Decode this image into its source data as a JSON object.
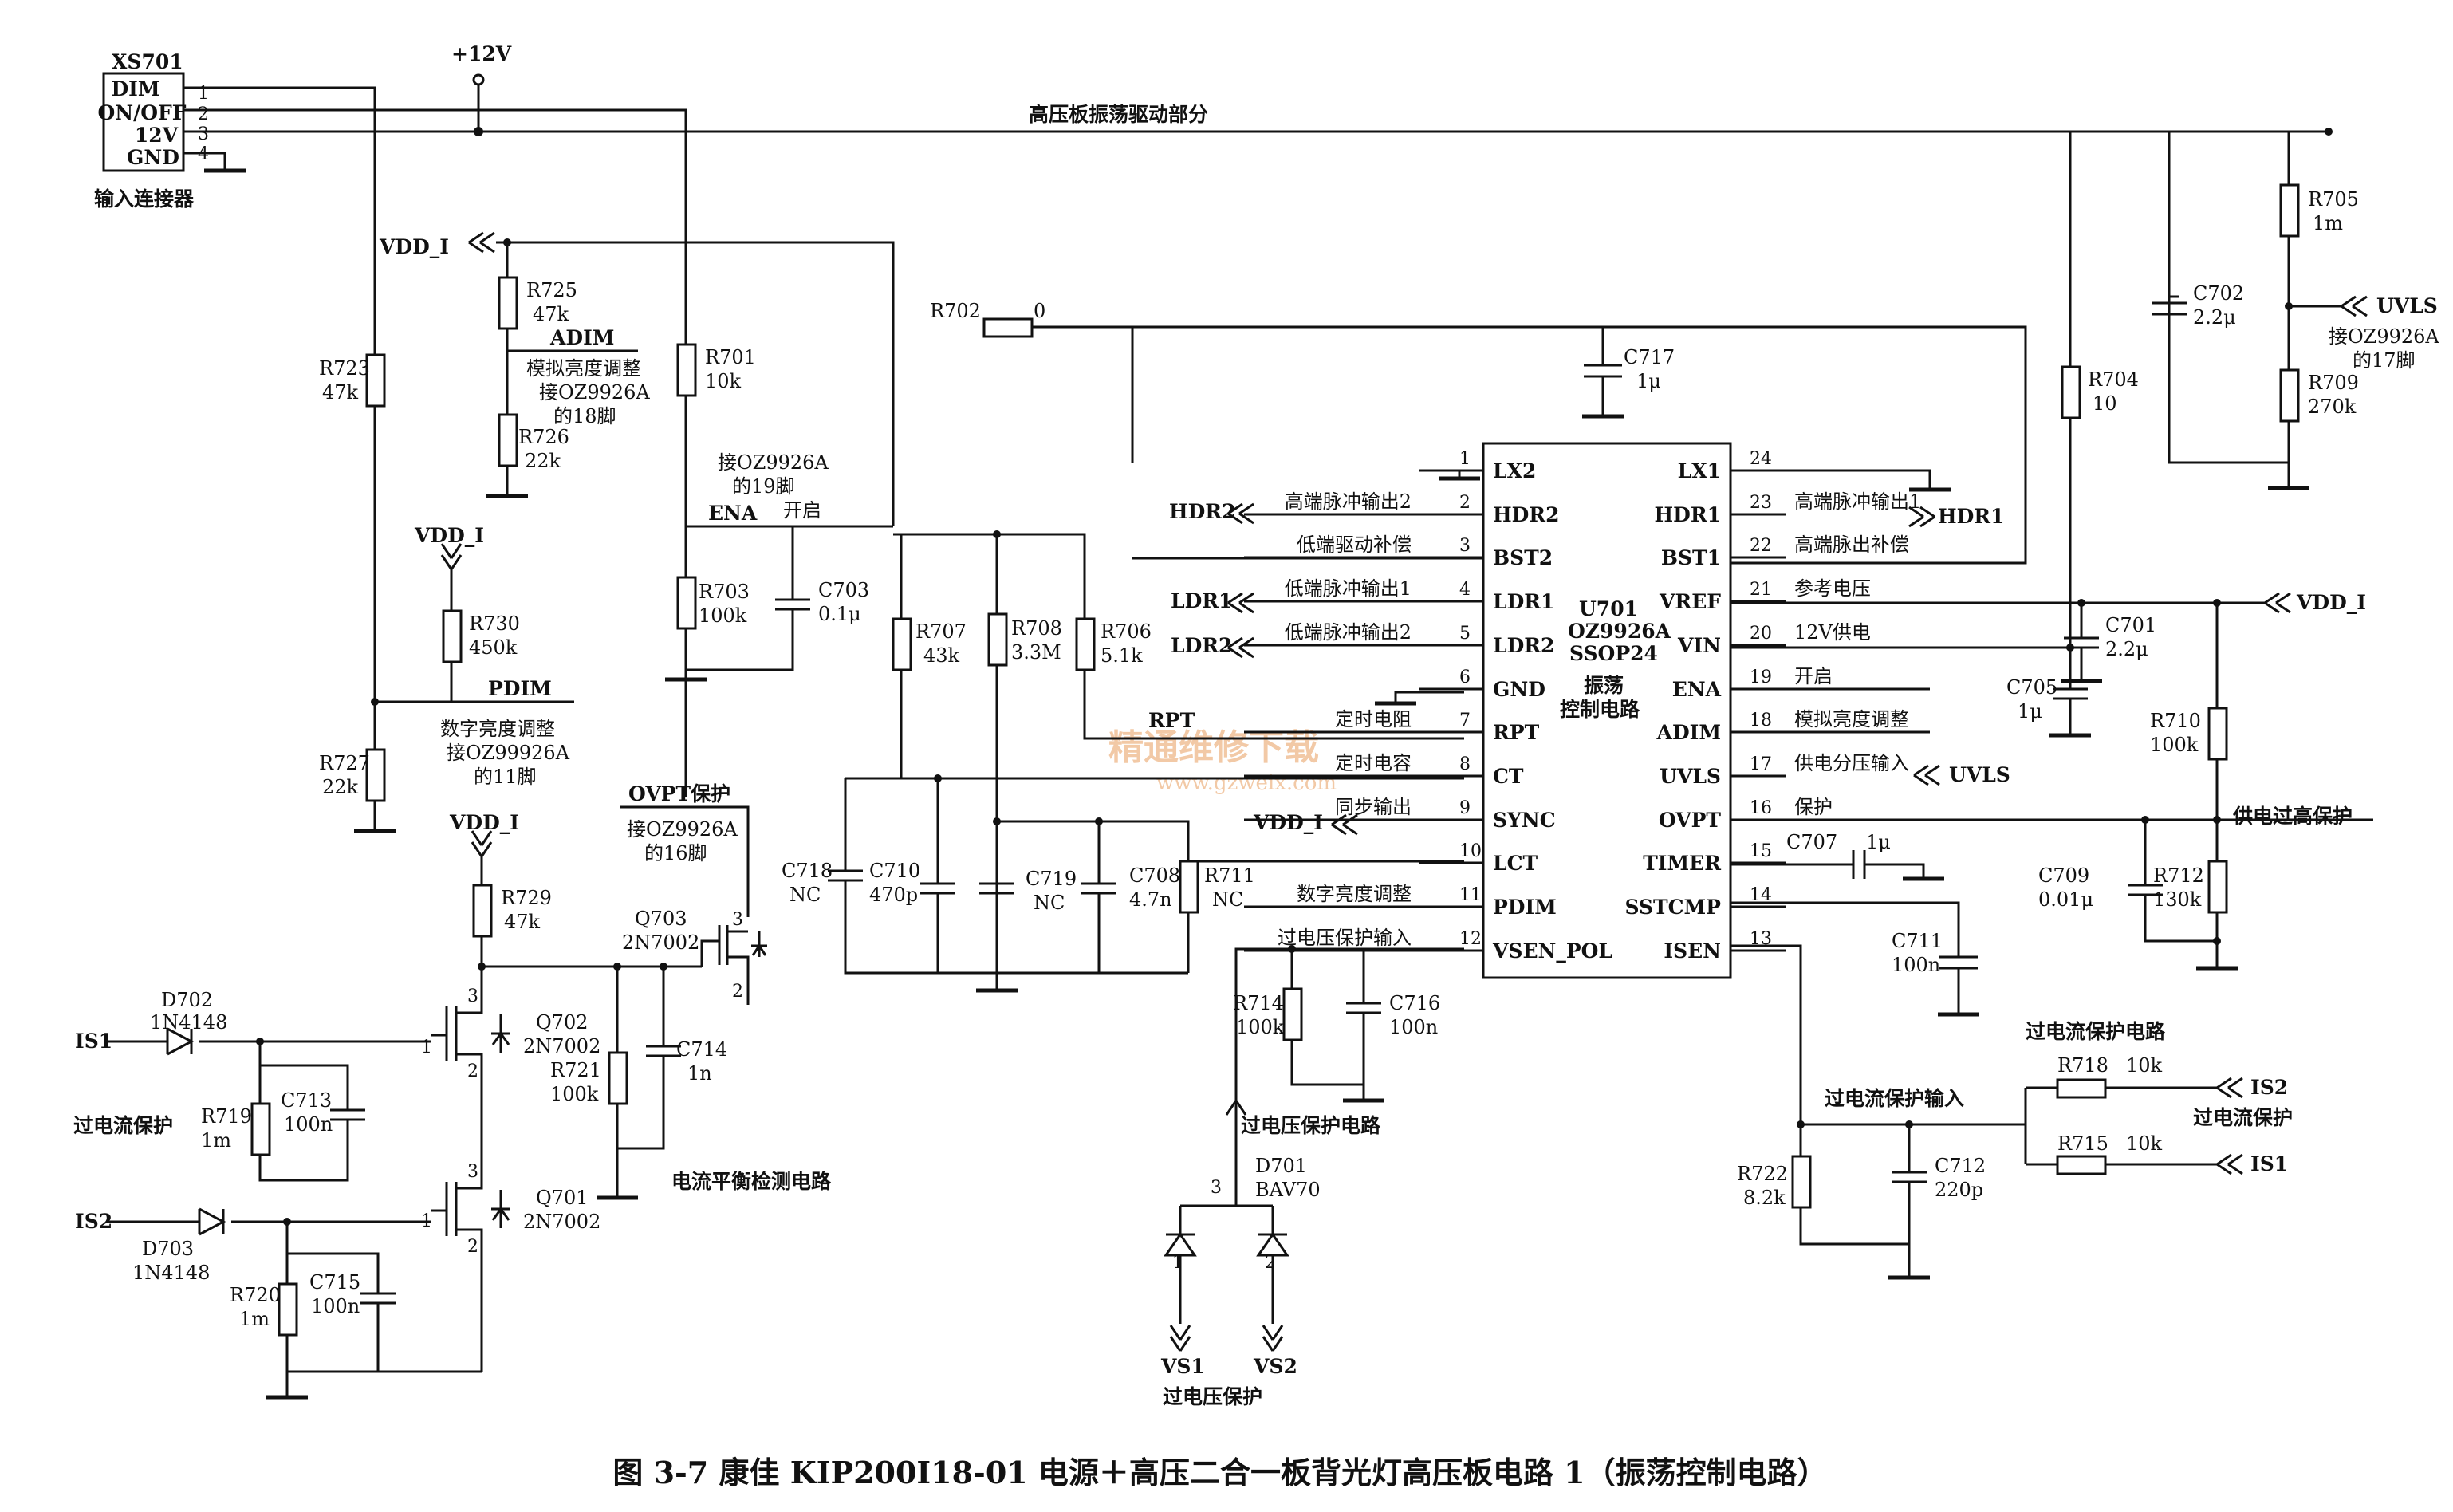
{
  "connector": {
    "ref": "XS701",
    "desc": "输入连接器",
    "pins": [
      {
        "name": "DIM",
        "num": "1"
      },
      {
        "name": "ON/OFF",
        "num": "2"
      },
      {
        "name": "12V",
        "num": "3"
      },
      {
        "name": "GND",
        "num": "4"
      }
    ]
  },
  "rails": {
    "p12v": "+12V",
    "vdd": "VDD_I",
    "section": "高压板振荡驱动部分"
  },
  "ic": {
    "ref": "U701",
    "part": "OZ9926A",
    "pkg": "SSOP24",
    "func": "振荡",
    "func2": "控制电路",
    "left_pins": [
      {
        "num": "1",
        "name": "LX2",
        "note": ""
      },
      {
        "num": "2",
        "name": "HDR2",
        "note": "高端脉冲输出2"
      },
      {
        "num": "3",
        "name": "BST2",
        "note": "低端驱动补偿"
      },
      {
        "num": "4",
        "name": "LDR1",
        "note": "低端脉冲输出1"
      },
      {
        "num": "5",
        "name": "LDR2",
        "note": "低端脉冲输出2"
      },
      {
        "num": "6",
        "name": "GND",
        "note": ""
      },
      {
        "num": "7",
        "name": "RPT",
        "note": "定时电阻"
      },
      {
        "num": "8",
        "name": "CT",
        "note": "定时电容"
      },
      {
        "num": "9",
        "name": "SYNC",
        "note": "同步输出"
      },
      {
        "num": "10",
        "name": "LCT",
        "note": ""
      },
      {
        "num": "11",
        "name": "PDIM",
        "note": "数字亮度调整"
      },
      {
        "num": "12",
        "name": "VSEN_POL",
        "note": "过电压保护输入"
      }
    ],
    "right_pins": [
      {
        "num": "24",
        "name": "LX1",
        "note": ""
      },
      {
        "num": "23",
        "name": "HDR1",
        "note": "高端脉冲输出1"
      },
      {
        "num": "22",
        "name": "BST1",
        "note": "高端脉出补偿"
      },
      {
        "num": "21",
        "name": "VREF",
        "note": "参考电压"
      },
      {
        "num": "20",
        "name": "VIN",
        "note": "12V供电"
      },
      {
        "num": "19",
        "name": "ENA",
        "note": "开启"
      },
      {
        "num": "18",
        "name": "ADIM",
        "note": "模拟亮度调整"
      },
      {
        "num": "17",
        "name": "UVLS",
        "note": "供电分压输入"
      },
      {
        "num": "16",
        "name": "OVPT",
        "note": "保护"
      },
      {
        "num": "15",
        "name": "TIMER",
        "note": ""
      },
      {
        "num": "14",
        "name": "SSTCMP",
        "note": ""
      },
      {
        "num": "13",
        "name": "ISEN",
        "note": ""
      }
    ]
  },
  "components": {
    "R723": {
      "ref": "R723",
      "val": "47k"
    },
    "R725": {
      "ref": "R725",
      "val": "47k"
    },
    "R726": {
      "ref": "R726",
      "val": "22k"
    },
    "R701": {
      "ref": "R701",
      "val": "10k"
    },
    "R702": {
      "ref": "R702",
      "val": "0"
    },
    "R703": {
      "ref": "R703",
      "val": "100k"
    },
    "C703": {
      "ref": "C703",
      "val": "0.1μ"
    },
    "R730": {
      "ref": "R730",
      "val": "450k"
    },
    "R727": {
      "ref": "R727",
      "val": "22k"
    },
    "R729": {
      "ref": "R729",
      "val": "47k"
    },
    "R707": {
      "ref": "R707",
      "val": "43k"
    },
    "R708": {
      "ref": "R708",
      "val": "3.3M"
    },
    "R706": {
      "ref": "R706",
      "val": "5.1k"
    },
    "C717": {
      "ref": "C717",
      "val": "1μ"
    },
    "C718": {
      "ref": "C718",
      "val": "NC"
    },
    "C710": {
      "ref": "C710",
      "val": "470p"
    },
    "C719": {
      "ref": "C719",
      "val": "NC"
    },
    "C708": {
      "ref": "C708",
      "val": "4.7n"
    },
    "R711": {
      "ref": "R711",
      "val": "NC"
    },
    "Q703": {
      "ref": "Q703",
      "val": "2N7002"
    },
    "Q702": {
      "ref": "Q702",
      "val": "2N7002"
    },
    "Q701": {
      "ref": "Q701",
      "val": "2N7002"
    },
    "D702": {
      "ref": "D702",
      "val": "1N4148"
    },
    "D703": {
      "ref": "D703",
      "val": "1N4148"
    },
    "R719": {
      "ref": "R719",
      "val": "1m"
    },
    "C713": {
      "ref": "C713",
      "val": "100n"
    },
    "R720": {
      "ref": "R720",
      "val": "1m"
    },
    "C715": {
      "ref": "C715",
      "val": "100n"
    },
    "R721": {
      "ref": "R721",
      "val": "100k"
    },
    "C714": {
      "ref": "C714",
      "val": "1n"
    },
    "R714": {
      "ref": "R714",
      "val": "100k"
    },
    "C716": {
      "ref": "C716",
      "val": "100n"
    },
    "D701": {
      "ref": "D701",
      "val": "BAV70"
    },
    "R705": {
      "ref": "R705",
      "val": "1m"
    },
    "C702": {
      "ref": "C702",
      "val": "2.2μ"
    },
    "R709": {
      "ref": "R709",
      "val": "270k"
    },
    "R704": {
      "ref": "R704",
      "val": "10"
    },
    "C701": {
      "ref": "C701",
      "val": "2.2μ"
    },
    "C705": {
      "ref": "C705",
      "val": "1μ"
    },
    "R710": {
      "ref": "R710",
      "val": "100k"
    },
    "R712": {
      "ref": "R712",
      "val": "130k"
    },
    "C709": {
      "ref": "C709",
      "val": "0.01μ"
    },
    "C707": {
      "ref": "C707",
      "val": "1μ"
    },
    "C711": {
      "ref": "C711",
      "val": "100n"
    },
    "R718": {
      "ref": "R718",
      "val": "10k"
    },
    "R715": {
      "ref": "R715",
      "val": "10k"
    },
    "R722": {
      "ref": "R722",
      "val": "8.2k"
    },
    "C712": {
      "ref": "C712",
      "val": "220p"
    }
  },
  "nets": {
    "ADIM": "ADIM",
    "PDIM": "PDIM",
    "ENA": "ENA",
    "OVPT": "OVPT",
    "RPT": "RPT",
    "UVLS": "UVLS",
    "HDR1": "HDR1",
    "HDR2": "HDR2",
    "LDR1": "LDR1",
    "LDR2": "LDR2",
    "IS1": "IS1",
    "IS2": "IS2",
    "VS1": "VS1",
    "VS2": "VS2"
  },
  "notes": {
    "adim": "模拟亮度调整",
    "adim_to": "接OZ9926A",
    "adim_pin": "的18脚",
    "ena_to": "接OZ9926A",
    "ena_pin": "的19脚",
    "ena_label": "开启",
    "pdim": "数字亮度调整",
    "pdim_to": "接OZ99926A",
    "pdim_pin": "的11脚",
    "ovpt_title": "OVPT保护",
    "ovpt_to": "接OZ9926A",
    "ovpt_pin": "的16脚",
    "uvls_to": "接OZ9926A",
    "uvls_pin": "的17脚",
    "balance": "电流平衡检测电路",
    "oc_prot": "过电流保护",
    "oc_circuit": "过电流保护电路",
    "oc_input": "过电流保护输入",
    "ov_circuit": "过电压保护电路",
    "ov_prot": "过电压保护",
    "supply_ov": "供电过高保护"
  },
  "pin_nums": {
    "d701": [
      "3",
      "1",
      "2"
    ],
    "q": [
      "1",
      "2",
      "3"
    ]
  },
  "watermark": {
    "cn": "精通维修下载",
    "url": "www.gzweix.com"
  },
  "caption": "图 3-7   康佳 KIP200I18-01 电源＋高压二合一板背光灯高压板电路 1（振荡控制电路）"
}
